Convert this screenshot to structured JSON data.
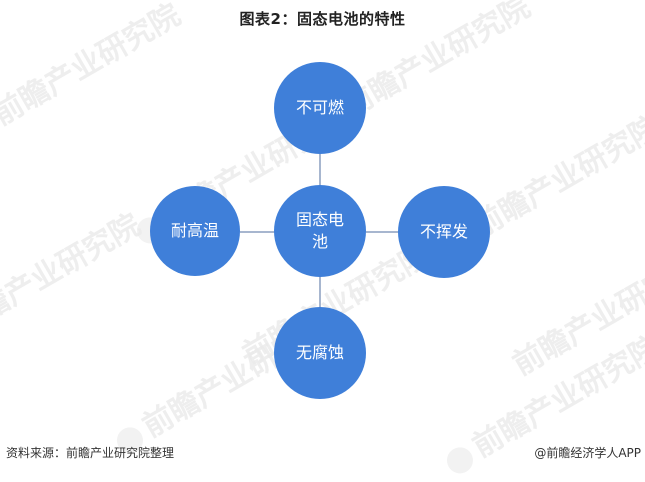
{
  "title": "图表2：固态电池的特性",
  "diagram": {
    "center": {
      "label": "固态电池"
    },
    "nodes": {
      "top": {
        "label": "不可燃"
      },
      "left": {
        "label": "耐高温"
      },
      "right": {
        "label": "不挥发"
      },
      "bottom": {
        "label": "无腐蚀"
      }
    },
    "colors": {
      "node_fill": "#3f7fd9",
      "node_text": "#ffffff",
      "connector": "#a7b6cf"
    }
  },
  "watermark": {
    "text": "前瞻产业研究院"
  },
  "footer": {
    "source": "资料来源：前瞻产业研究院整理",
    "credit": "@前瞻经济学人APP"
  }
}
